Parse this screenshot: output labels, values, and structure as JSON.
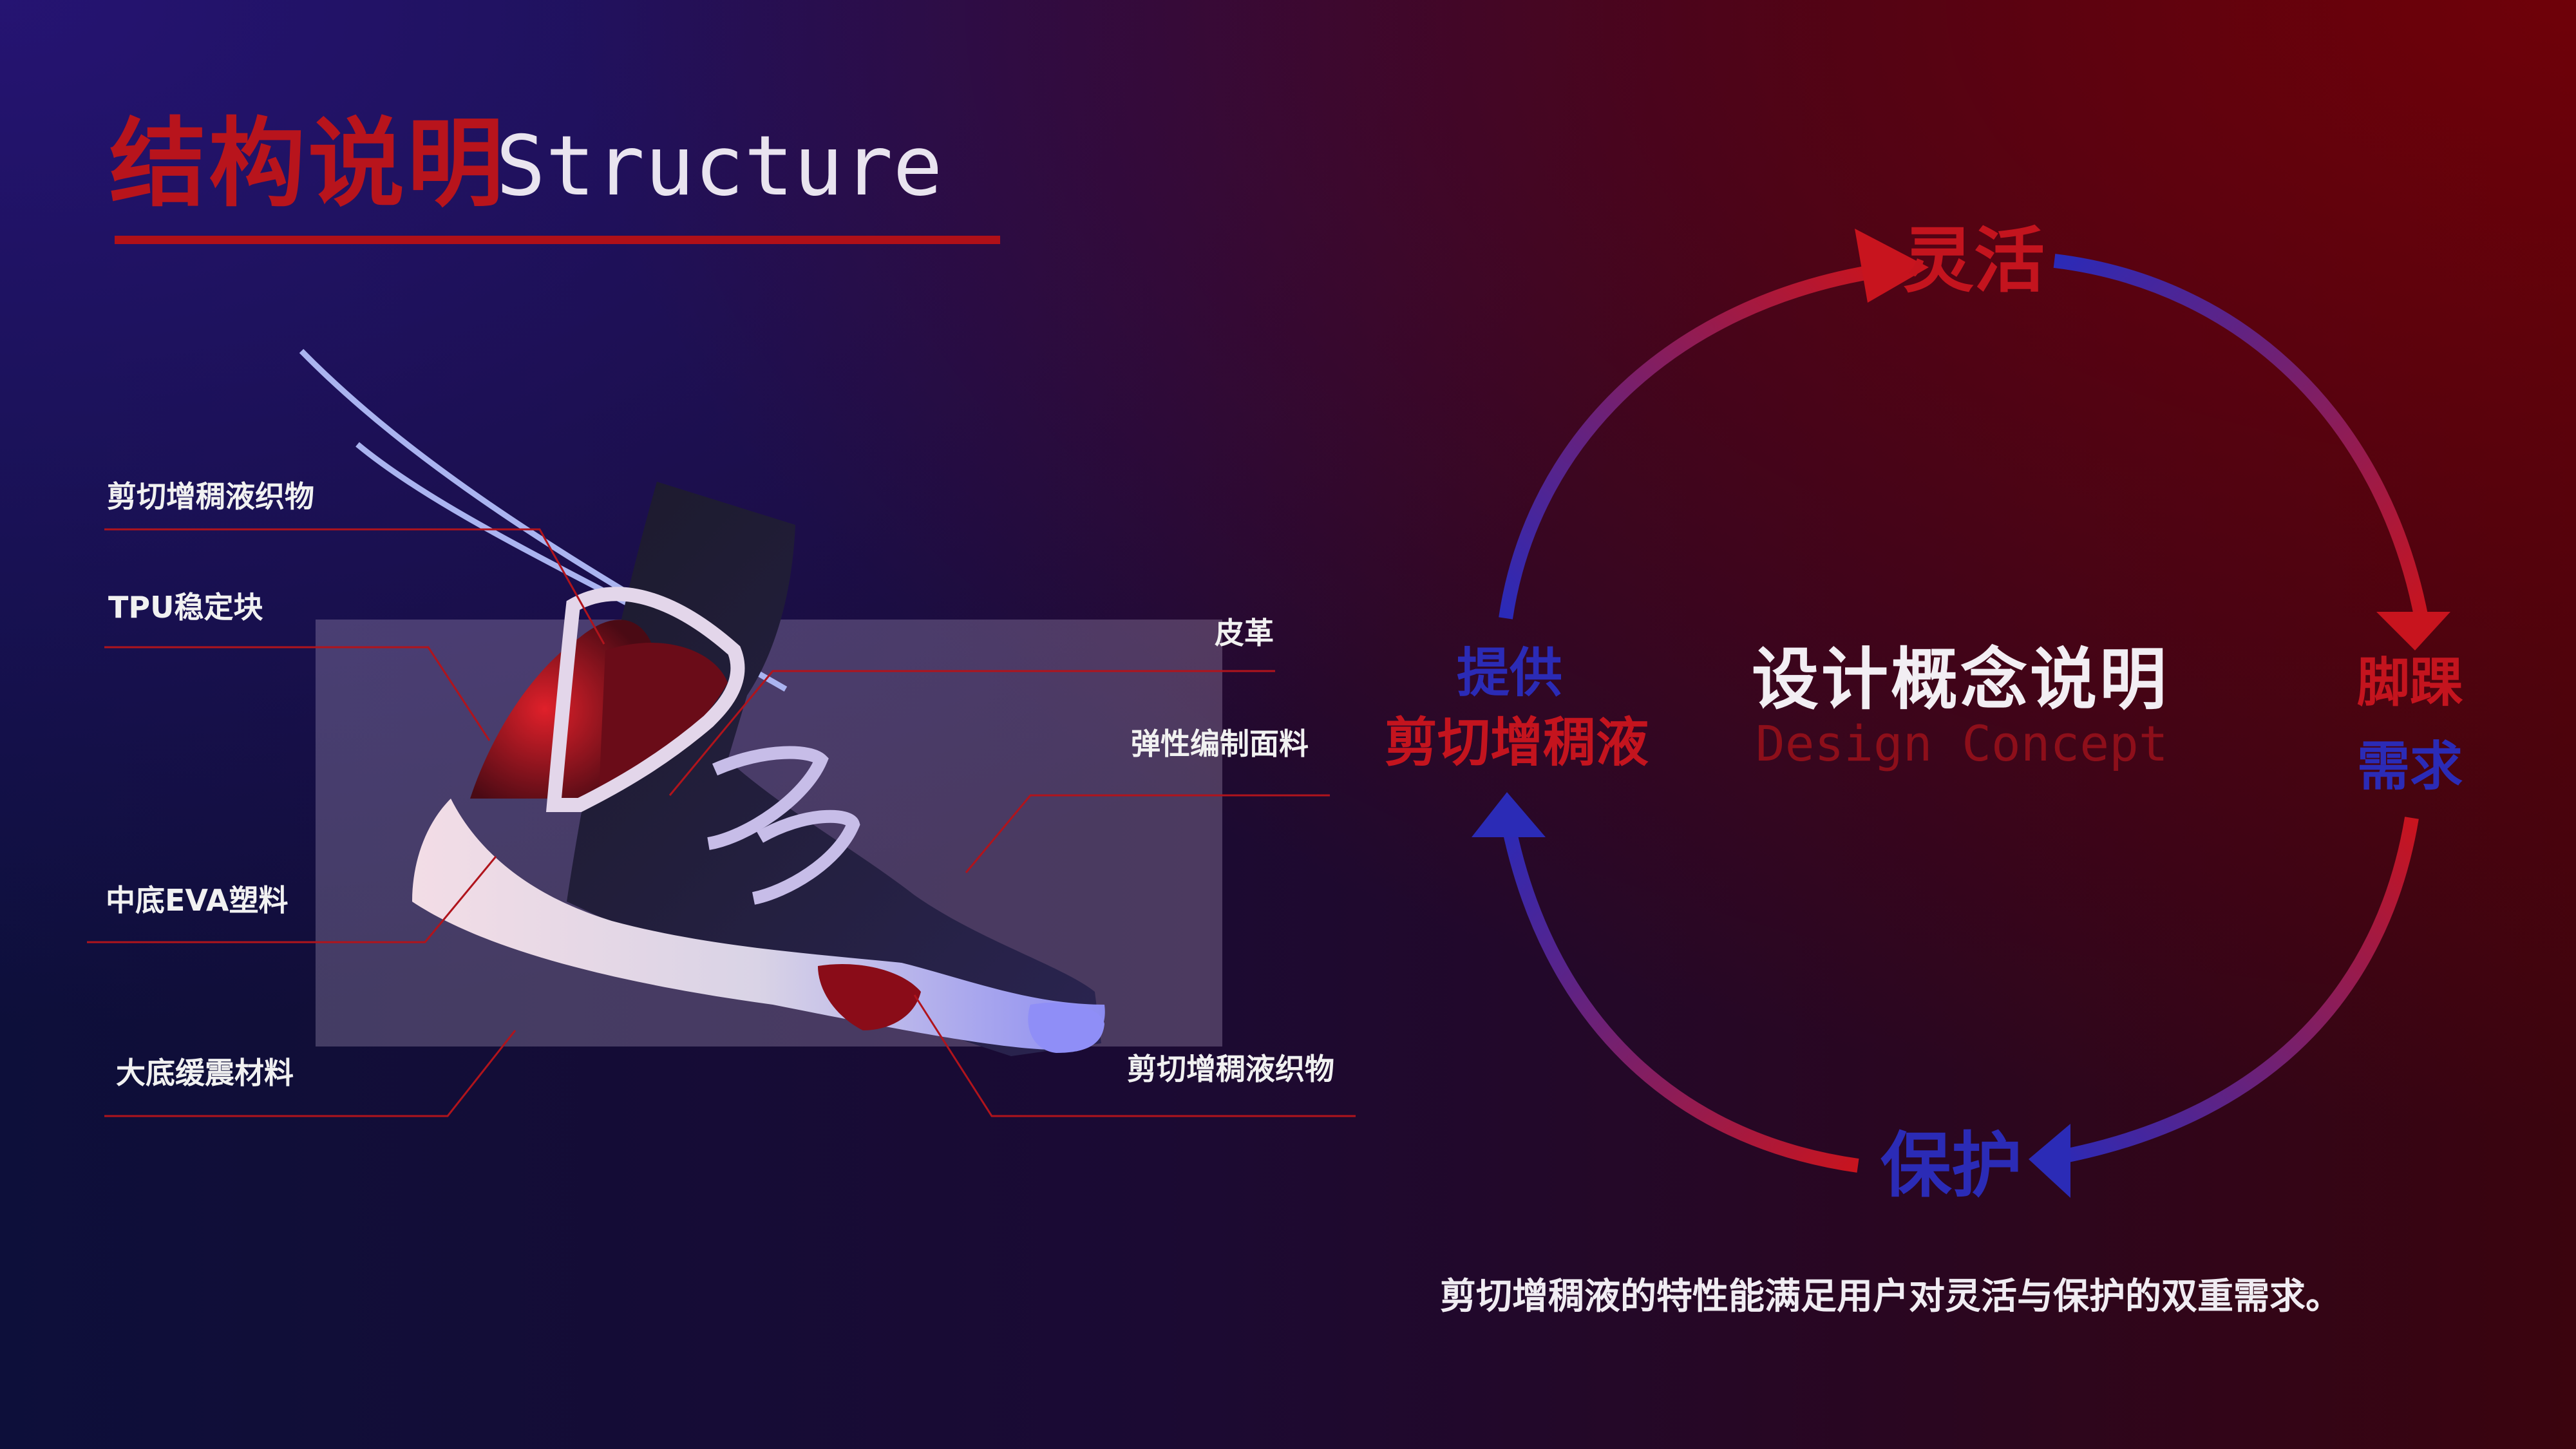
{
  "title": {
    "cn": "结构说明",
    "en": "Structure"
  },
  "labels": {
    "shear_fabric_top": "剪切增稠液织物",
    "tpu": "TPU稳定块",
    "midsole": "中底EVA塑料",
    "outsole": "大底缓震材料",
    "leather": "皮革",
    "elastic": "弹性编制面料",
    "shear_fabric_bottom": "剪切增稠液织物"
  },
  "cycle": {
    "top": "灵活",
    "right_line1": "脚踝",
    "right_line2": "需求",
    "bottom": "保护",
    "left_line1": "提供",
    "left_line2": "剪切增稠液"
  },
  "center": {
    "cn": "设计概念说明",
    "en": "Design Concept"
  },
  "caption": "剪切增稠液的特性能满足用户对灵活与保护的双重需求。",
  "colors": {
    "accent_red": "#c4141e",
    "accent_blue": "#2b2bb6"
  }
}
